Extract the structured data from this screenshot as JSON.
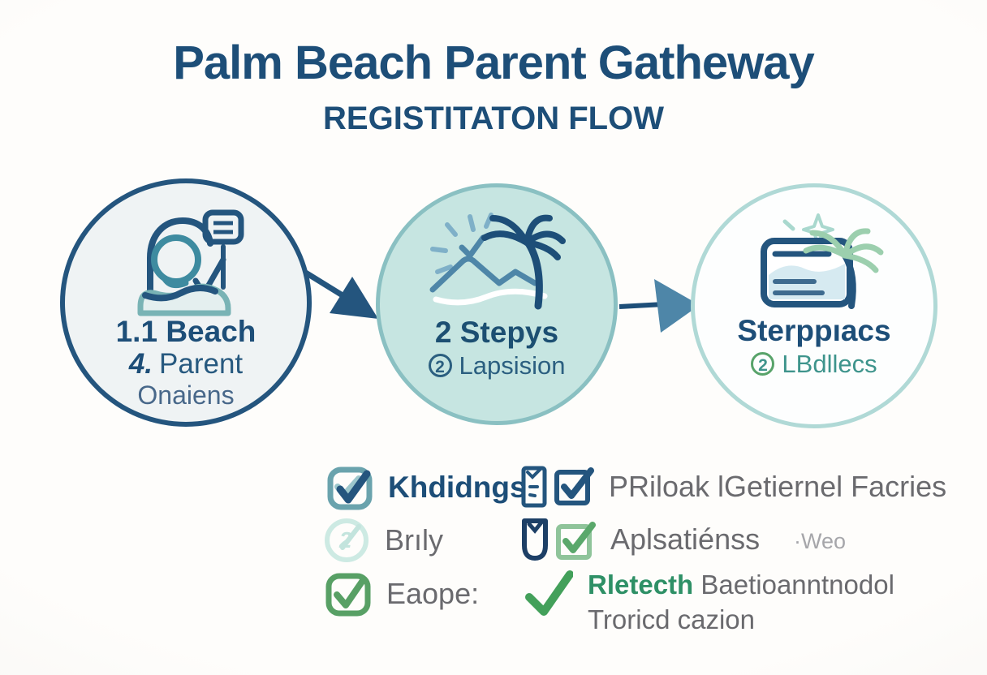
{
  "header": {
    "title": "Palm Beach Parent Gatheway",
    "subtitle": "REGISTITATON FLOW"
  },
  "steps": [
    {
      "line1": "1.1 Beach",
      "line2_prefix": "4.",
      "line2": "Parent",
      "line3": "Onaiens",
      "icon": "parent-signup-icon"
    },
    {
      "line1": "2 Stepys",
      "badge": "2",
      "line2": "Lapsision",
      "icon": "beach-scene-icon"
    },
    {
      "line1": "Sterppıacs",
      "badge": "2",
      "line2": "LBdllecs",
      "icon": "postcard-palm-icon"
    }
  ],
  "checklist": {
    "left": [
      {
        "label": "Khdidngs",
        "icon": "checkbox-teal-icon"
      },
      {
        "label": "Brıly",
        "icon": "circle-2-check-mint-icon"
      },
      {
        "label": "Eaope:",
        "icon": "checkbox-green-icon"
      }
    ],
    "right": [
      {
        "label": "PRiloak lGetiernel Facries",
        "icons": [
          "document-check-icon",
          "checkbox-navy-icon"
        ]
      },
      {
        "label": "Aplsatiénss",
        "note": "·Weo",
        "icons": [
          "shield-check-icon",
          "checkbox-light-green-icon"
        ]
      },
      {
        "accent": "Rletecth",
        "rest": " Baetioanntnodol",
        "line2": "Troricd cazion",
        "icons": [
          "checkmark-green-icon"
        ]
      }
    ]
  },
  "colors": {
    "navy": "#1d4e78",
    "steel": "#4e86a8",
    "teal": "#3e948c",
    "green": "#4f9f5f",
    "gray_text": "#6a6a6e",
    "circle2_fill": "#c6e5e1",
    "circle2_border": "#8ac0c2"
  }
}
